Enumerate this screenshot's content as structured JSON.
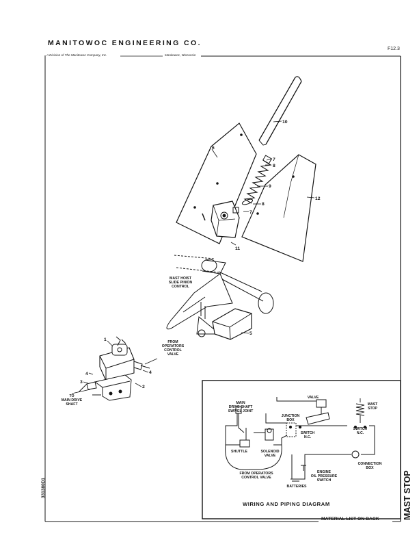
{
  "header": {
    "company": "MANITOWOC ENGINEERING CO.",
    "division": "A Division of The Manitowoc Company, Inc.",
    "location": "Manitowoc, Wisconsin",
    "figure_code": "F12.3"
  },
  "side_code": "331380D1",
  "footer": {
    "material_note": "MATERIAL LIST ON BACK",
    "section_title": "MAST STOP"
  },
  "exploded_view": {
    "callouts": [
      "1",
      "2",
      "3",
      "4",
      "5",
      "6",
      "7",
      "8",
      "9",
      "10",
      "11",
      "12"
    ],
    "labels": {
      "pinion": [
        "MAST HOIST",
        "SLIDE PINION",
        "CONTROL"
      ],
      "from_ops": [
        "FROM",
        "OPERATORS",
        "CONTROL",
        "VALVE"
      ],
      "to_drive": [
        "TO",
        "MAIN DRIVE",
        "SHAFT"
      ]
    }
  },
  "wiring": {
    "title": "WIRING AND PIPING DIAGRAM",
    "labels": {
      "swivel": [
        "MAIN",
        "DRIVE SHAFT",
        "SWIVEL JOINT"
      ],
      "valve": "VALVE",
      "mast_stop": [
        "MAST",
        "STOP"
      ],
      "junction": [
        "JUNCTION",
        "BOX"
      ],
      "switch_nc_left": [
        "SWITCH",
        "N.C."
      ],
      "switch_nc_right": [
        "SWITCH",
        "N.C."
      ],
      "shuttle": "SHUTTLE",
      "solenoid": [
        "SOLENOID",
        "VALVE"
      ],
      "connection": [
        "CONNECTION",
        "BOX"
      ],
      "engine": [
        "ENGINE",
        "OIL PRESSURE",
        "SWITCH"
      ],
      "from_ops": [
        "FROM OPERATORS",
        "CONTROL VALVE"
      ],
      "batteries": "BATTERIES"
    }
  }
}
